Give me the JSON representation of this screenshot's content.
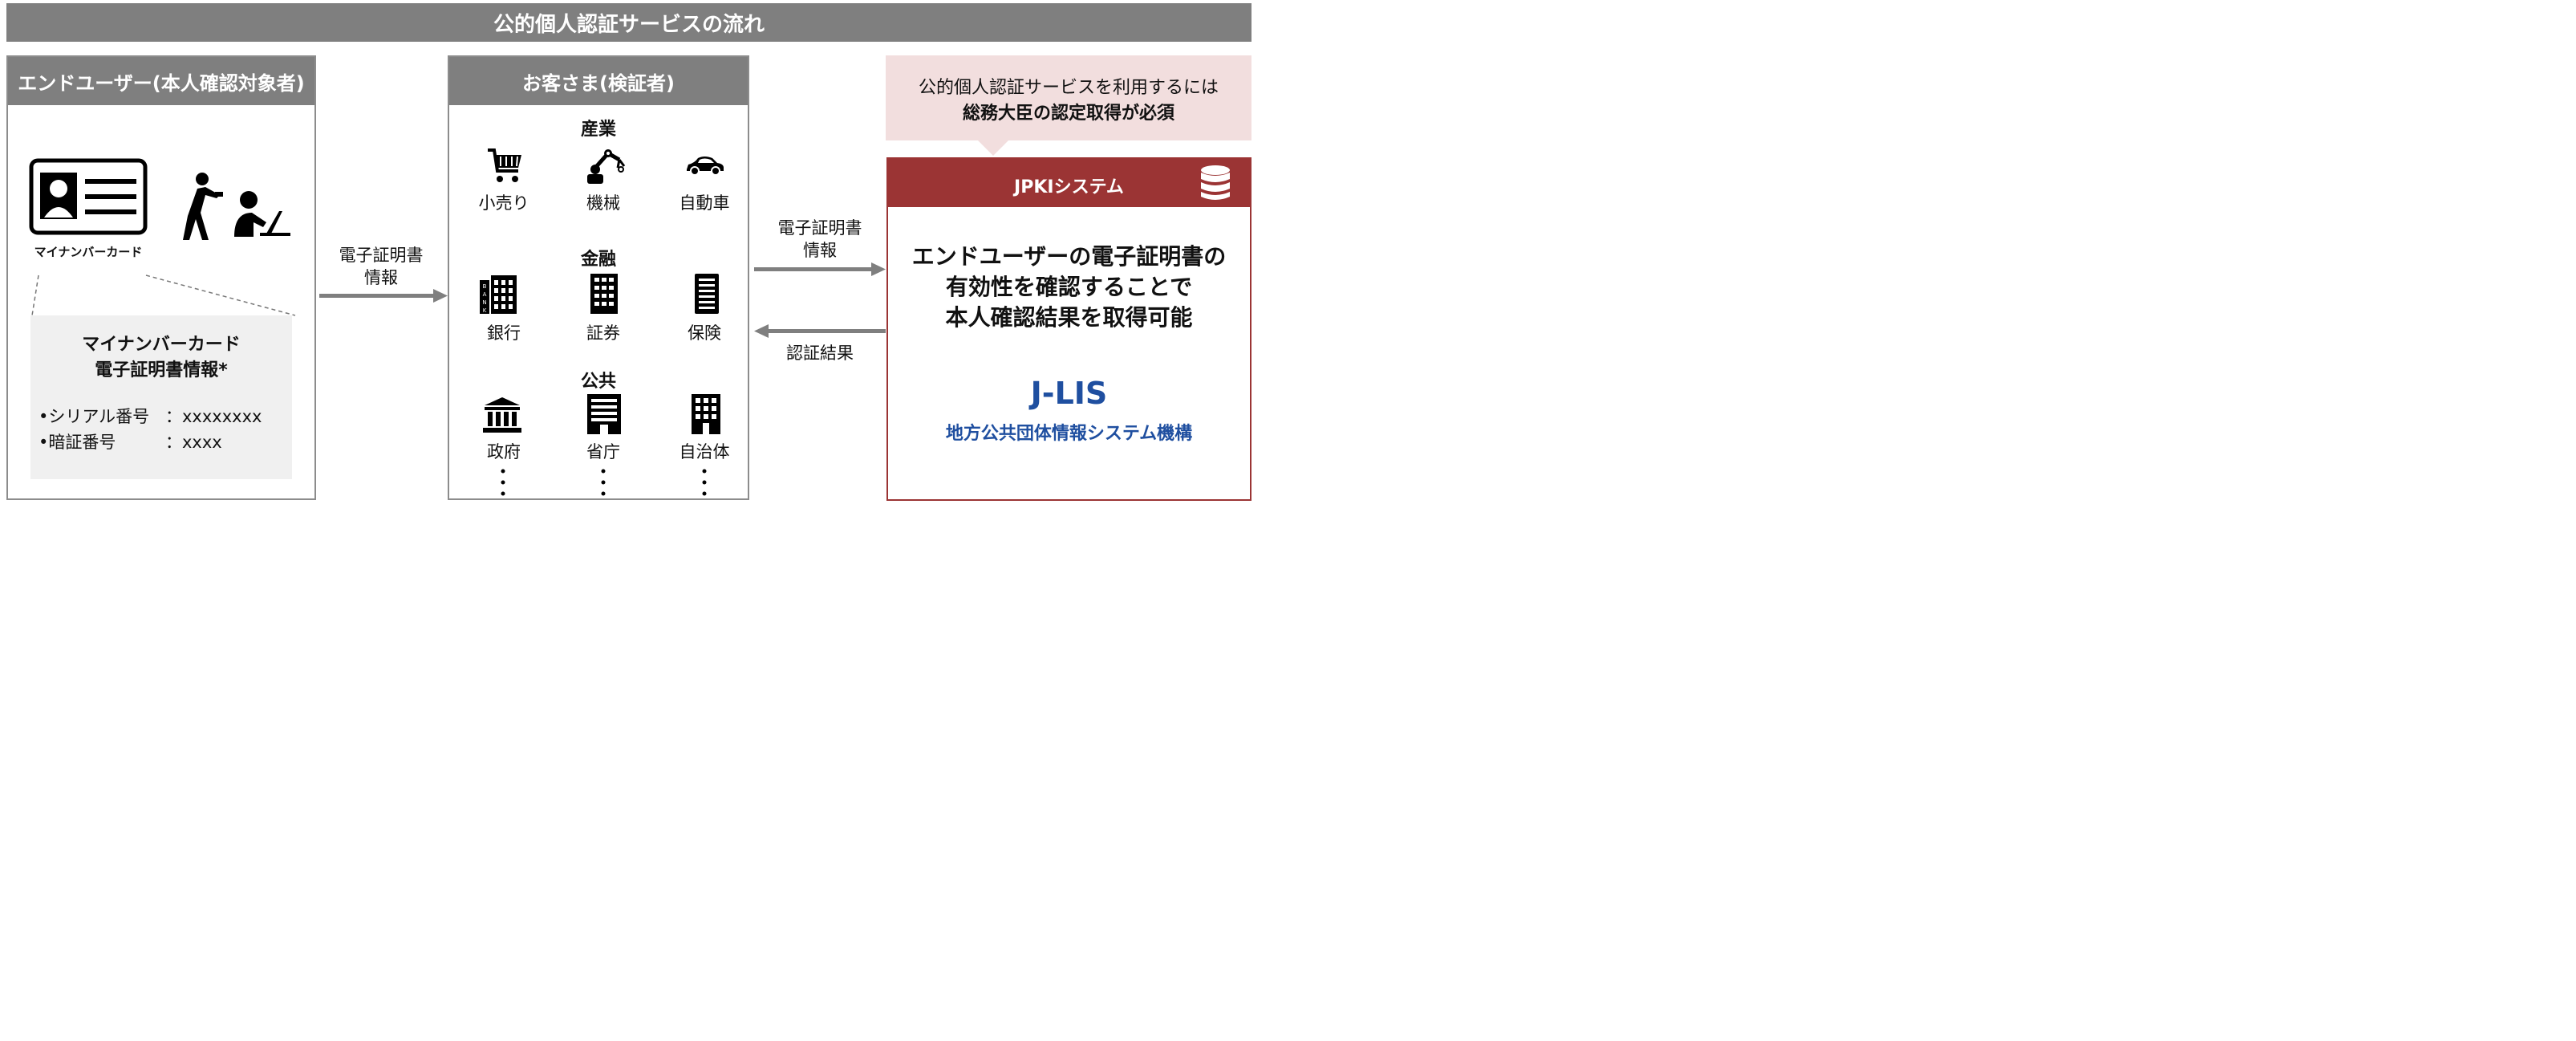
{
  "title": "公的個人認証サービスの流れ",
  "end_user": {
    "header": "エンドユーザー(本人確認対象者)",
    "card_label": "マイナンバーカード",
    "info_title_1": "マイナンバーカード",
    "info_title_2": "電子証明書情報*",
    "serial_label": "•シリアル番号",
    "serial_value": "：xxxxxxxx",
    "pin_label": "•暗証番号",
    "pin_value": "：xxxx"
  },
  "arrow_left": {
    "line1": "電子証明書",
    "line2": "情報"
  },
  "customer": {
    "header": "お客さま(検証者)",
    "categories": [
      {
        "name": "産業",
        "items": [
          "小売り",
          "機械",
          "自動車"
        ]
      },
      {
        "name": "金融",
        "items": [
          "銀行",
          "証券",
          "保険"
        ]
      },
      {
        "name": "公共",
        "items": [
          "政府",
          "省庁",
          "自治体"
        ]
      }
    ],
    "more": "⋮"
  },
  "arrow_right_top": {
    "line1": "電子証明書",
    "line2": "情報"
  },
  "arrow_right_bottom": {
    "label": "認証結果"
  },
  "jpki": {
    "note_line1": "公的個人認証サービスを利用するには",
    "note_line2": "総務大臣の認定取得が必須",
    "header": "JPKIシステム",
    "desc_line1": "エンドユーザーの電子証明書の",
    "desc_line2": "有効性を確認することで",
    "desc_line3": "本人確認結果を取得可能",
    "org_short": "J-LIS",
    "org_full": "地方公共団体情報システム機構"
  },
  "colors": {
    "gray_header": "#7f7f7f",
    "jpki_red": "#9b3434",
    "note_pink": "#f2dede",
    "jlis_blue": "#1f4fa0",
    "info_box": "#f0f0f0",
    "arrow": "#7f7f7f"
  }
}
